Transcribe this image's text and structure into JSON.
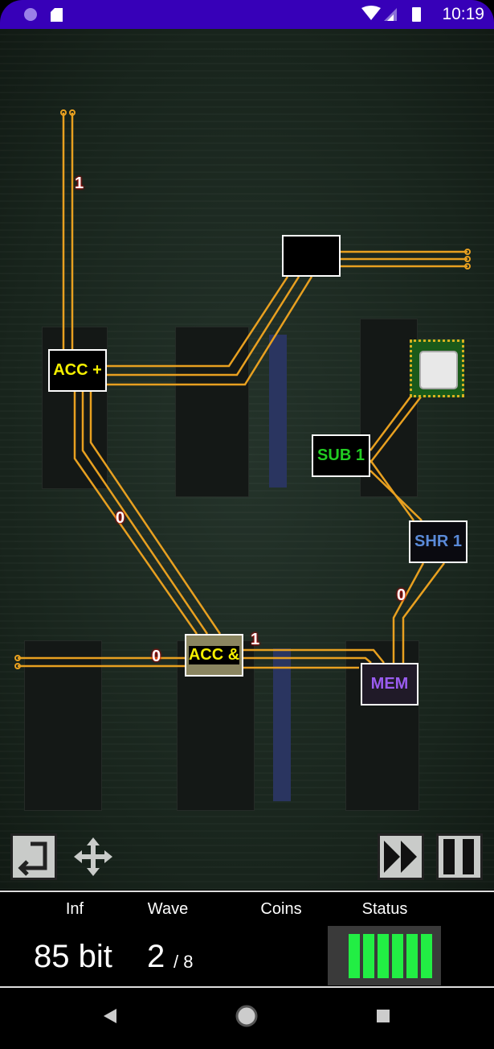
{
  "status_bar": {
    "time": "10:19",
    "icons": [
      "circle-icon",
      "sd-card-icon",
      "wifi-icon",
      "signal-icon",
      "battery-icon"
    ],
    "color": "#3700b8"
  },
  "board": {
    "nodes": [
      {
        "id": "blank",
        "label": ""
      },
      {
        "id": "acc_add",
        "label": "ACC +",
        "color": "#f5f000"
      },
      {
        "id": "cpu",
        "label": ""
      },
      {
        "id": "sub1",
        "label": "SUB 1",
        "color": "#22cc22"
      },
      {
        "id": "shr1",
        "label": "SHR 1",
        "color": "#5a8ad8"
      },
      {
        "id": "acc_and",
        "label": "ACC &",
        "color": "#f5f000"
      },
      {
        "id": "mem",
        "label": "MEM",
        "color": "#9a5cf0"
      }
    ],
    "wire_labels": [
      "1",
      "0",
      "0",
      "0",
      "1"
    ],
    "wire_color": "#e8a020"
  },
  "controls": {
    "undo": "undo-icon",
    "move": "move-icon",
    "fast_forward": "fast-forward-icon",
    "pause": "pause-icon"
  },
  "panel": {
    "inf_label": "Inf",
    "inf_value": "85 bit",
    "wave_label": "Wave",
    "wave_value": "2",
    "wave_total": "/ 8",
    "coins_label": "Coins",
    "status_label": "Status",
    "status_bars": 6,
    "status_color": "#22ee44"
  }
}
